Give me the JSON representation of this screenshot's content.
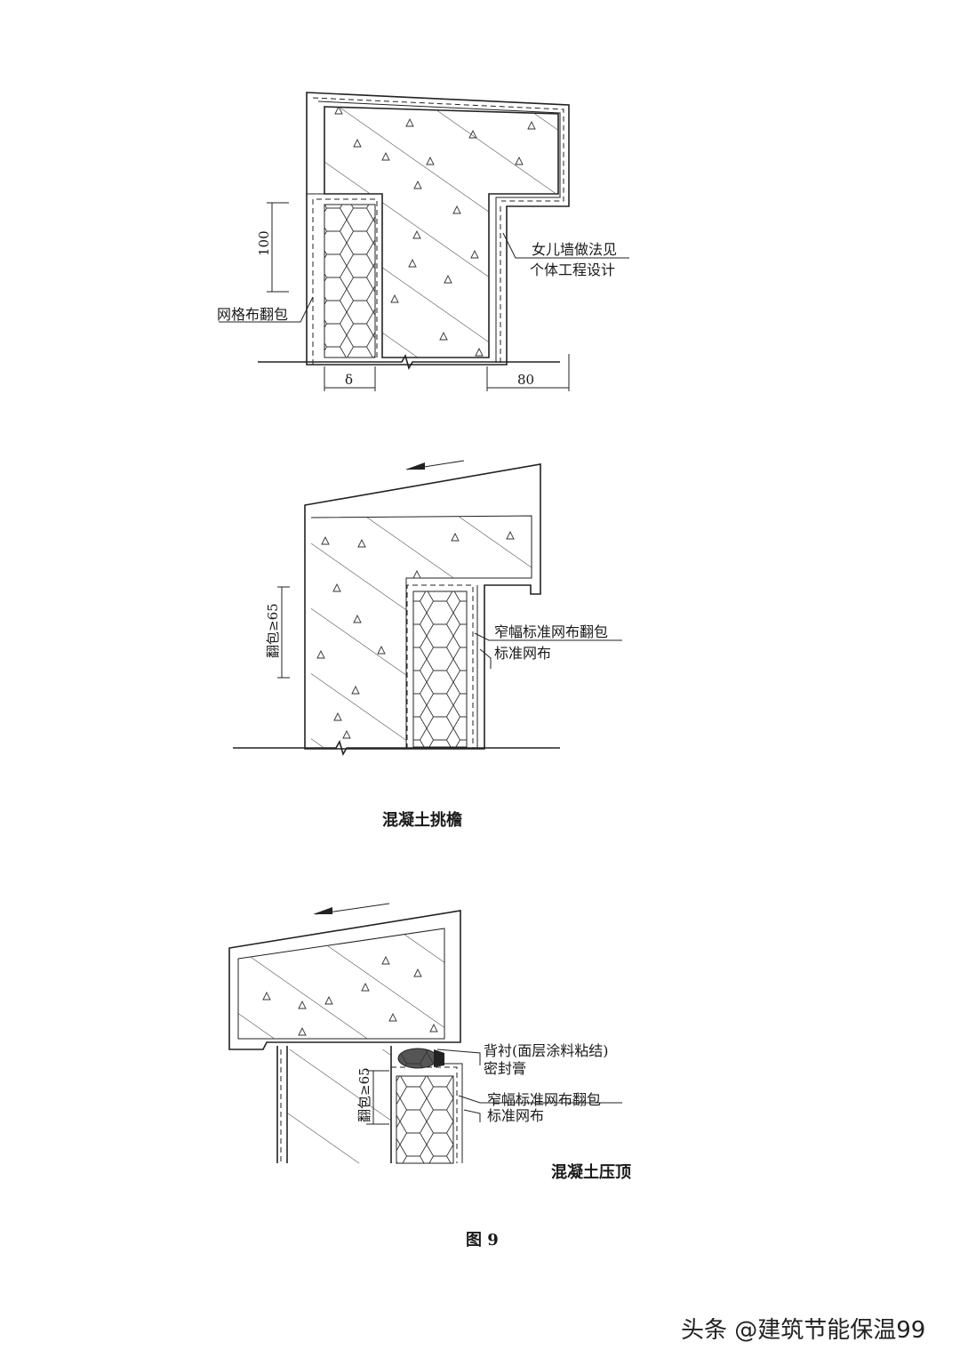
{
  "diagram1": {
    "label_parapet": "女儿墙做法见",
    "label_parapet_2": "个体工程设计",
    "label_mesh": "网格布翻包",
    "dim_100": "100",
    "dim_delta": "δ",
    "dim_80": "80"
  },
  "diagram2": {
    "title": "混凝土挑檐",
    "dim_wrap": "翻包≥65",
    "label_narrow": "窄幅标准网布翻包",
    "label_standard": "标准网布"
  },
  "diagram3": {
    "title": "混凝土压顶",
    "dim_wrap": "翻包≥65",
    "label_backing": "背衬(面层涂料粘结)",
    "label_sealant": "密封膏",
    "label_narrow": "窄幅标准网布翻包",
    "label_standard": "标准网布"
  },
  "figure_caption": "图 9",
  "watermark": "头条 @建筑节能保温99",
  "colors": {
    "ink": "#1a1a1a",
    "background": "#ffffff"
  }
}
